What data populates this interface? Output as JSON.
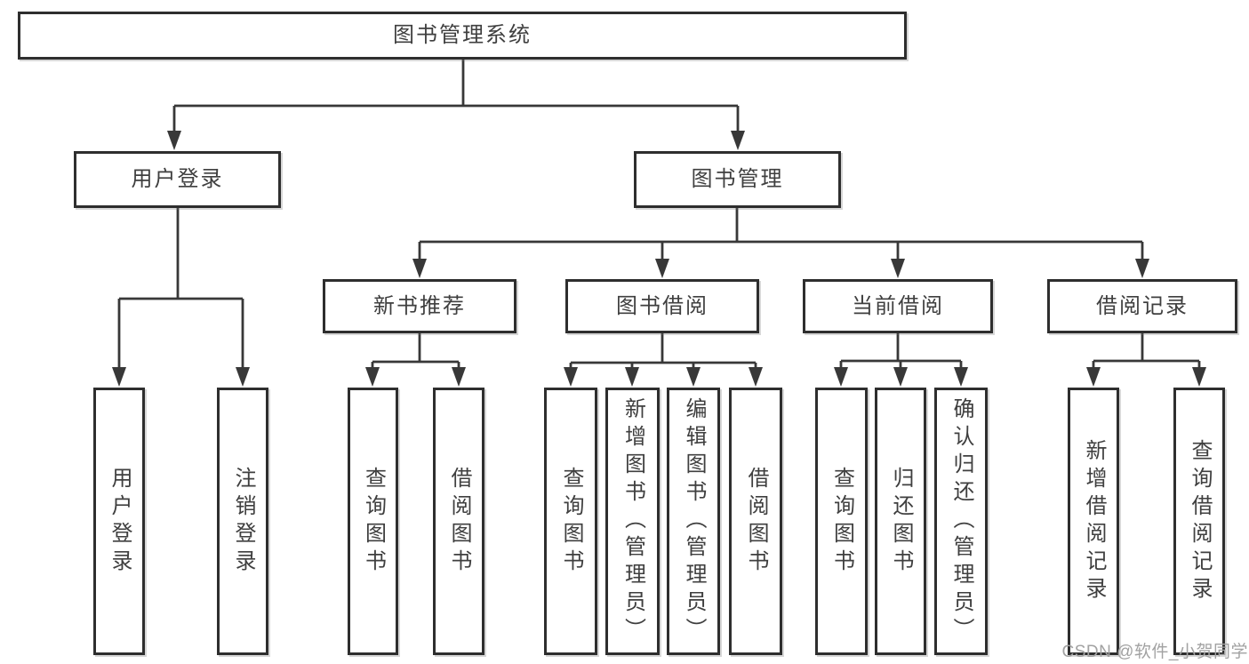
{
  "tree": {
    "root": "图书管理系统",
    "children": [
      {
        "label": "用户登录",
        "leaves": [
          "用户登录",
          "注销登录"
        ]
      },
      {
        "label": "图书管理",
        "children": [
          {
            "label": "新书推荐",
            "leaves": [
              "查询图书",
              "借阅图书"
            ]
          },
          {
            "label": "图书借阅",
            "leaves": [
              "查询图书",
              "新增图书（管理员）",
              "编辑图书（管理员）",
              "借阅图书"
            ]
          },
          {
            "label": "当前借阅",
            "leaves": [
              "查询图书",
              "归还图书",
              "确认归还（管理员）"
            ]
          },
          {
            "label": "借阅记录",
            "leaves": [
              "新增借阅记录",
              "查询借阅记录"
            ]
          }
        ]
      }
    ]
  },
  "watermark": "CSDN @软件_小贺同学",
  "colors": {
    "line": "#383838",
    "box_border": "#2e2e2e",
    "text": "#3f3f3f",
    "watermark": "#a2a2a2",
    "background": "#ffffff"
  }
}
